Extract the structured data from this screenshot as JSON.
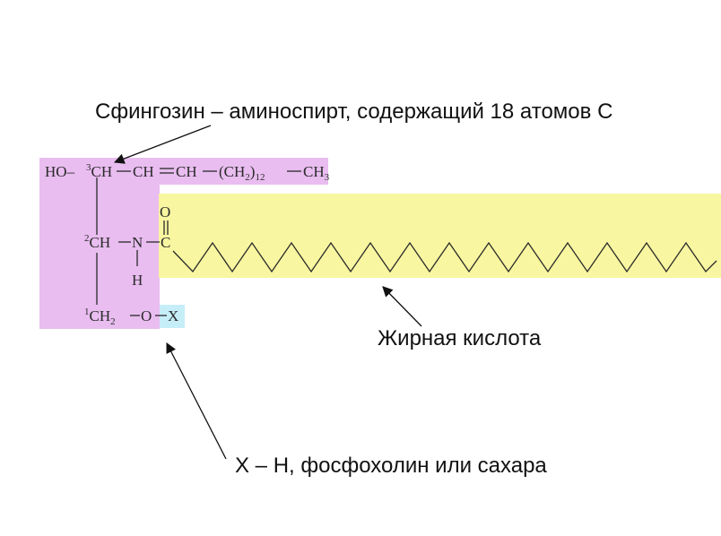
{
  "annotations": {
    "sphingosine": "Сфингозин – аминоспирт, содержащий 18 атомов С",
    "fatty_acid": "Жирная кислота",
    "x_group": "X – H, фосфохолин или сахара"
  },
  "formula": {
    "ho": "HO",
    "c3_locant": "3",
    "c3_label": "CH",
    "chain_a": "CH",
    "chain_b": "CH",
    "ch2_group": "(CH",
    "ch2_sub": "2",
    "ch2_close": ")",
    "repeat": "12",
    "terminal": "CH",
    "terminal_sub": "3",
    "c2_locant": "2",
    "c2_label": "CH",
    "nitrogen": "N",
    "carbonyl_c": "C",
    "oxygen_top": "O",
    "h_amide": "H",
    "c1_locant": "1",
    "c1_label": "CH",
    "c1_sub": "2",
    "oxygen_ether": "O",
    "x": "X"
  },
  "colors": {
    "sphingosine_highlight": "#e9bdf0",
    "fatty_acid_highlight": "#f8f6a0",
    "x_highlight": "#c6eef8",
    "text": "#111111",
    "bond": "#2a2a2a"
  }
}
